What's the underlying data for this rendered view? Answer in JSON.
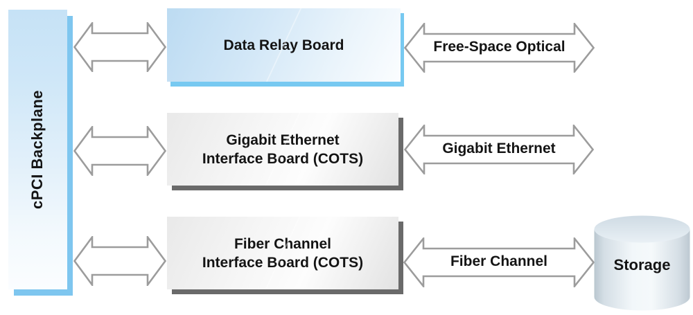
{
  "backplane": {
    "label": "cPCI Backplane"
  },
  "boards": [
    {
      "lines": [
        "Data Relay Board"
      ]
    },
    {
      "lines": [
        "Gigabit Ethernet",
        "Interface Board (COTS)"
      ]
    },
    {
      "lines": [
        "Fiber Channel",
        "Interface Board (COTS)"
      ]
    }
  ],
  "links": [
    {
      "label": "Free-Space Optical"
    },
    {
      "label": "Gigabit Ethernet"
    },
    {
      "label": "Fiber Channel"
    }
  ],
  "storage": {
    "label": "Storage"
  },
  "colors": {
    "backplane_fill_top": "#c6e2f6",
    "backplane_shadow": "#7ec6ef",
    "relay_board_fill_top": "#bcdbf2",
    "relay_board_shadow": "#77c9f1",
    "cots_board_fill": "#ededed",
    "cots_board_shadow": "#6a6a6a",
    "arrow_outline": "#9c9c9c",
    "arrow_fill": "#ffffff",
    "cylinder_edge": "#b9c6cf",
    "cylinder_center": "#f2f7fa",
    "text": "#141414"
  }
}
